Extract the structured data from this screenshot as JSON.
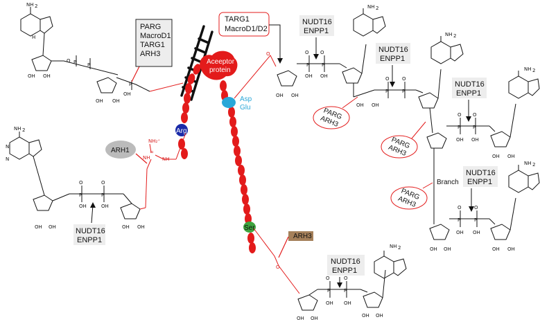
{
  "labels": {
    "parg_box": [
      "PARG",
      "MacroD1",
      "TARG1",
      "ARH3"
    ],
    "targ_box": [
      "TARG1",
      "MacroD1/D2"
    ],
    "nudt_top": [
      "NUDT16",
      "ENPP1"
    ],
    "nudt_mid": [
      "NUDT16",
      "ENPP1"
    ],
    "nudt_right1": [
      "NUDT16",
      "ENPP1"
    ],
    "nudt_right2": [
      "NUDT16",
      "ENPP1"
    ],
    "nudt_left": [
      "NUDT16",
      "ENPP1"
    ],
    "nudt_bottom": [
      "NUDT16",
      "ENPP1"
    ],
    "arh1": "ARH1",
    "arh3_box": "ARH3",
    "acceptor": [
      "Aceeptor",
      "protein"
    ],
    "asp_glu": [
      "Asp",
      "Glu"
    ],
    "arg": "Arg",
    "ser": "Ser",
    "parg_arh3_1": [
      "PARG",
      "ARH3"
    ],
    "parg_arh3_2": [
      "PARG",
      "ARH3"
    ],
    "parg_arh3_3": [
      "PARG",
      "ARH3"
    ],
    "branch": "Branch"
  },
  "chem": {
    "nh2": "NH",
    "sub2": "2",
    "O": "O",
    "P": "P",
    "OH": "OH",
    "H": "H",
    "N": "N",
    "NH": "NH",
    "NH2plus": "NH₂⁺"
  },
  "colors": {
    "red": "#e31b1b",
    "dark_red": "#c41212",
    "arg_blue": "#1a2aa8",
    "asp_blue": "#2aa7d8",
    "ser_green": "#3fa43f",
    "arh3_brown": "#a5805a",
    "grey_box": "#ededed"
  },
  "icons": [
    "ladder-icon",
    "adenine-icon",
    "ribose-icon",
    "phosphate-icon"
  ]
}
